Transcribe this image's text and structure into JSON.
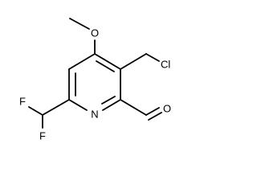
{
  "molecule": {
    "atoms": {
      "oxygen_methoxy": "O",
      "chlorine": "Cl",
      "fluorine_top": "F",
      "fluorine_bottom": "F",
      "nitrogen": "N",
      "oxygen_aldehyde": "O"
    }
  }
}
